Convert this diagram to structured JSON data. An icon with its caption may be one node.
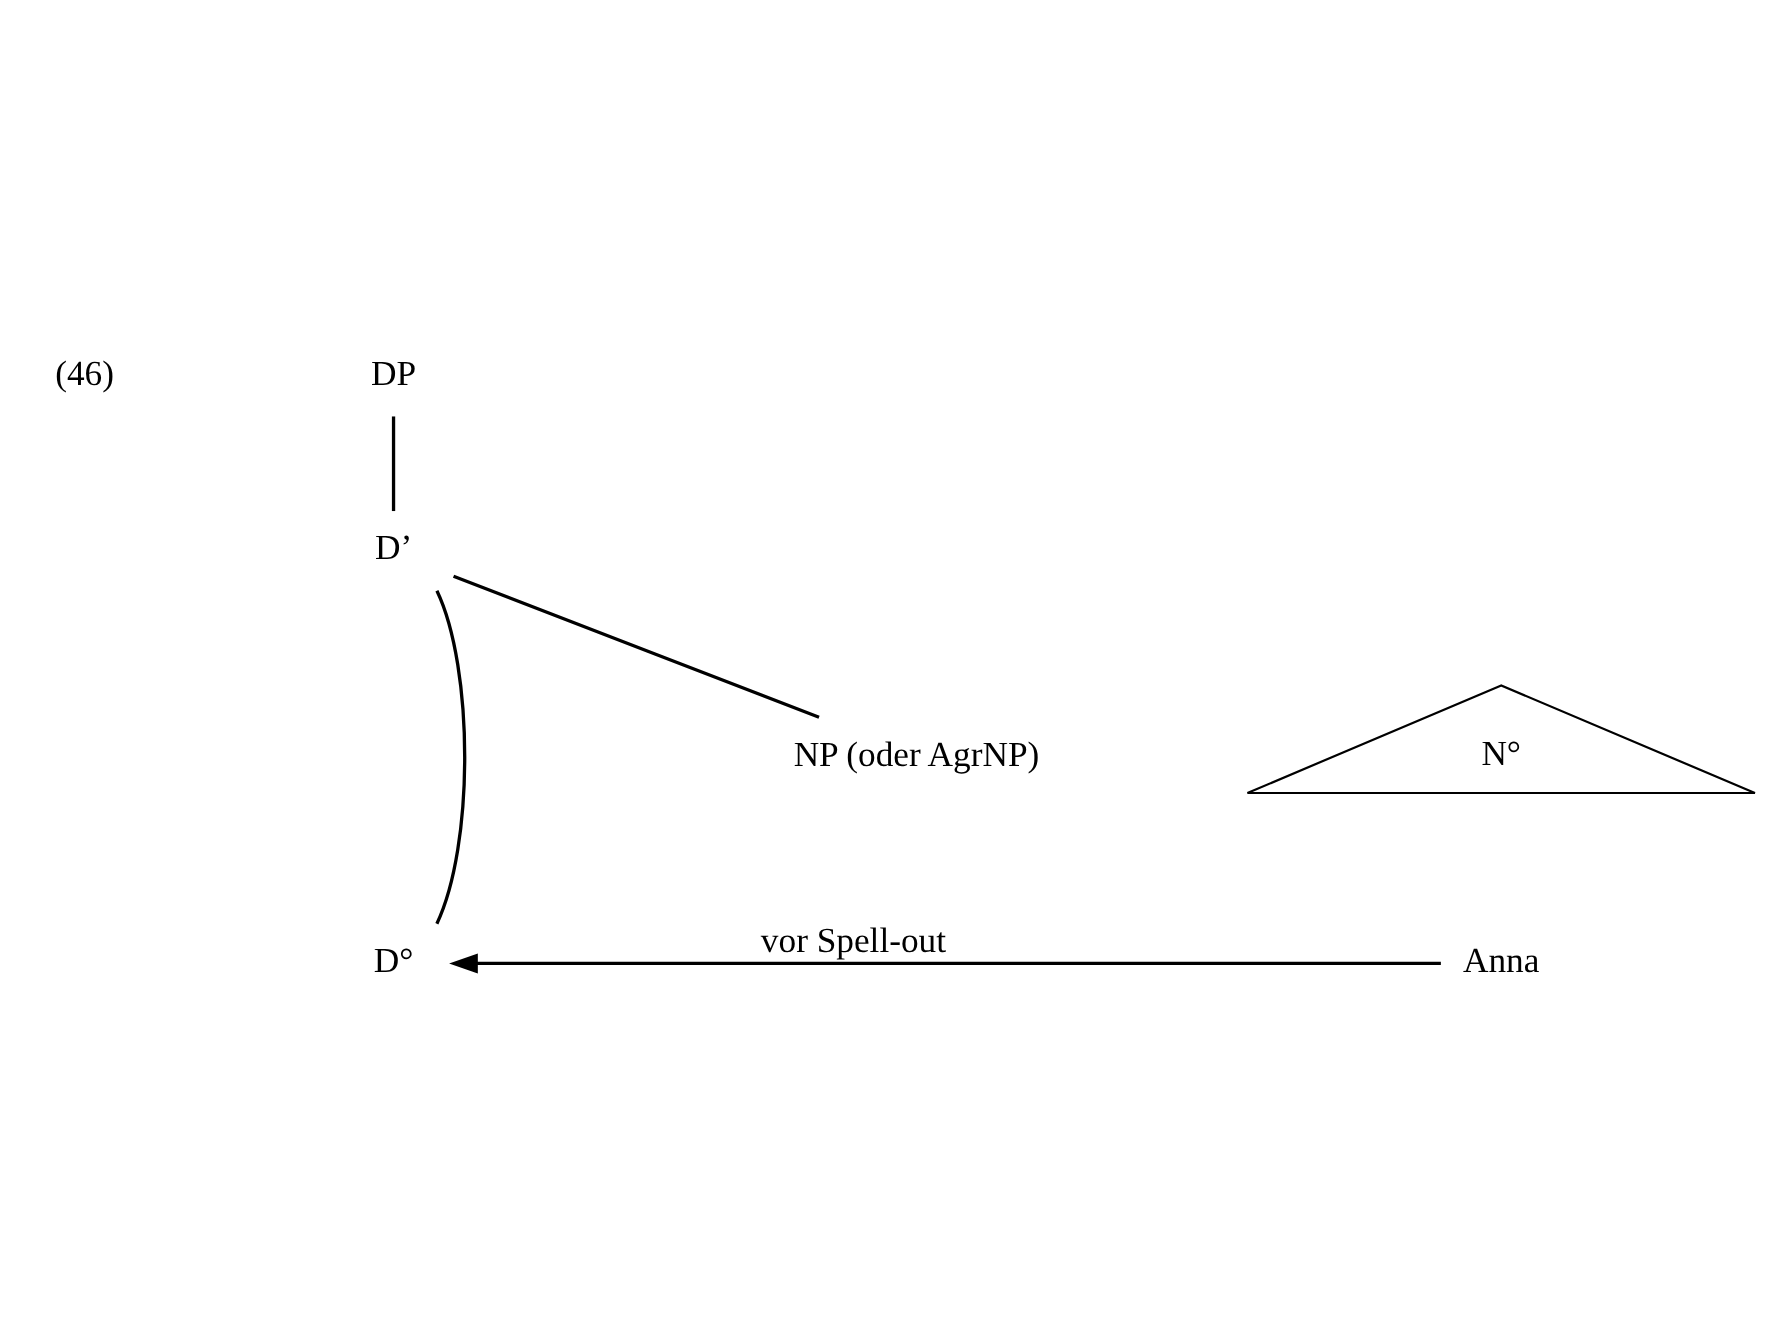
{
  "diagram": {
    "nodes": [
      {
        "text": [
          "DP"
        ]
      },
      {
        "text": [
          "D’"
        ]
      },
      {
        "text": [
          "D°"
        ]
      },
      {
        "text": [
          "NP (oder AgrNP)"
        ]
      },
      {
        "text": [
          "N°"
        ]
      },
      {
        "text": [
          "Anna"
        ]
      }
    ],
    "edges": [
      {
        "from": 0,
        "to": 1,
        "arrow": "none"
      },
      {
        "from": 1,
        "to": 2,
        "arrow": "none"
      },
      {
        "from": 1,
        "to": 3,
        "arrow": "none"
      },
      {
        "from": 5,
        "to": 2,
        "arrow": "to",
        "label": "vor Spell-out"
      }
    ],
    "labels": [
      "(46)"
    ]
  }
}
